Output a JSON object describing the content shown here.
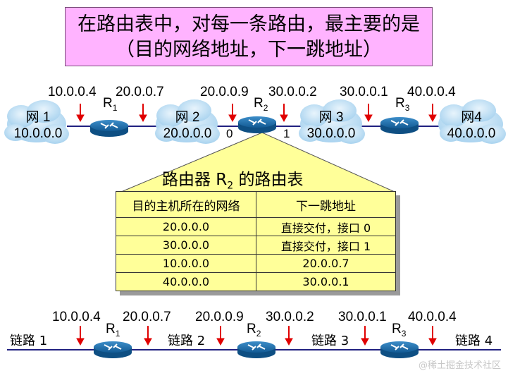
{
  "title": {
    "line1": "在路由表中，对每一条路由，最主要的是",
    "line2": "（目的网络地址，下一跳地址）"
  },
  "top": {
    "ips": [
      "10.0.0.4",
      "20.0.0.7",
      "20.0.0.9",
      "30.0.0.2",
      "30.0.0.1",
      "40.0.0.4"
    ],
    "clouds": [
      {
        "name": "网 1",
        "addr": "10.0.0.0"
      },
      {
        "name": "网 2",
        "addr": "20.0.0.0"
      },
      {
        "name": "网 3",
        "addr": "30.0.0.0"
      },
      {
        "name": "网4",
        "addr": "40.0.0.0"
      }
    ],
    "routers": [
      {
        "base": "R",
        "sub": "1"
      },
      {
        "base": "R",
        "sub": "2"
      },
      {
        "base": "R",
        "sub": "3"
      }
    ],
    "ports": [
      "0",
      "1"
    ]
  },
  "table": {
    "title_prefix": "路由器 R",
    "title_sub": "2",
    "title_suffix": " 的路由表",
    "headers": [
      "目的主机所在的网络",
      "下一跳地址"
    ],
    "rows": [
      [
        "20.0.0.0",
        "直接交付，接口 0"
      ],
      [
        "30.0.0.0",
        "直接交付，接口 1"
      ],
      [
        "10.0.0.0",
        "20.0.0.7"
      ],
      [
        "40.0.0.0",
        "30.0.0.1"
      ]
    ]
  },
  "bottom": {
    "ips": [
      "10.0.0.4",
      "20.0.0.7",
      "20.0.0.9",
      "30.0.0.2",
      "30.0.0.1",
      "40.0.0.4"
    ],
    "links": [
      "链路 1",
      "链路 2",
      "链路 3",
      "链路 4"
    ],
    "routers": [
      {
        "base": "R",
        "sub": "1"
      },
      {
        "base": "R",
        "sub": "2"
      },
      {
        "base": "R",
        "sub": "3"
      }
    ]
  },
  "watermark": "@稀土掘金技术社区",
  "colors": {
    "title_bg": "#ffb3ff",
    "table_bg": "#ffff99",
    "arrow": "#e00000",
    "line": "#202080",
    "router": "#1f78b4",
    "cloud": "#cfe8f7"
  }
}
